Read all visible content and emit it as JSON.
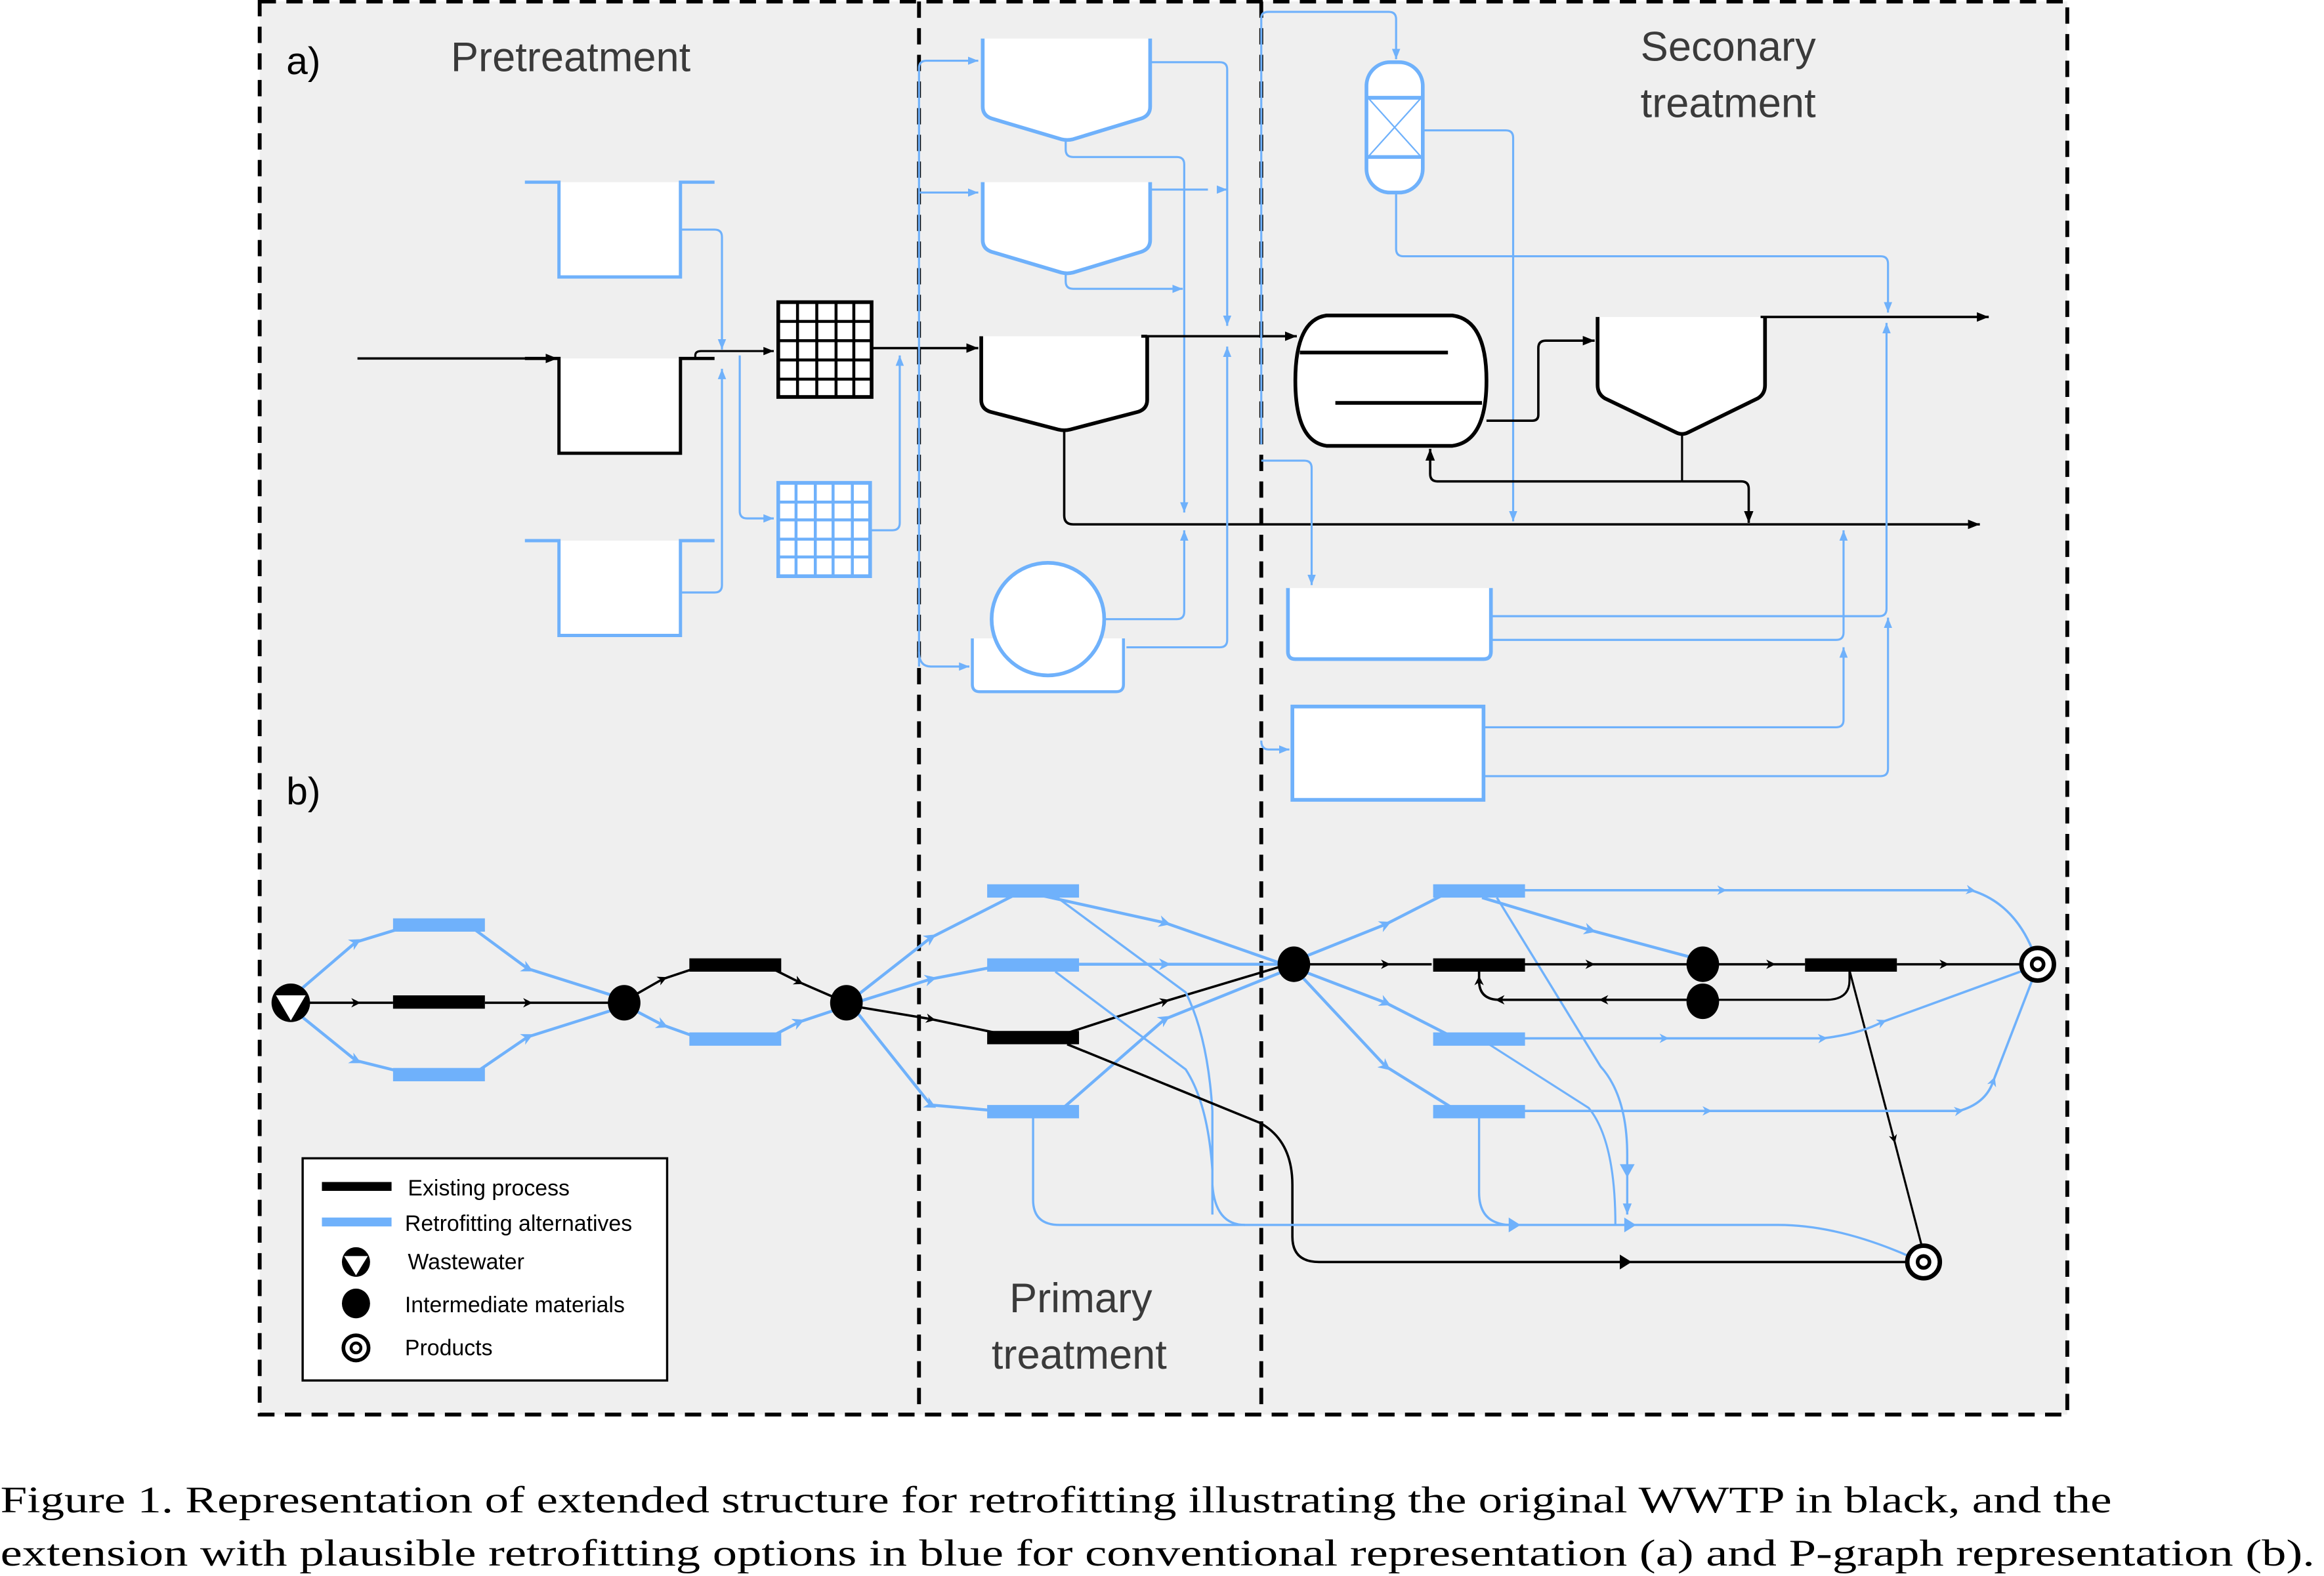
{
  "panel_a": {
    "label": "a)",
    "sections": {
      "pretreatment": "Pretreatment",
      "primary_line1": "Primary",
      "primary_line2": "treatment",
      "secondary_line1": "Seconary",
      "secondary_line2": "treatment"
    }
  },
  "panel_b": {
    "label": "b)"
  },
  "legend": {
    "items": [
      {
        "symbol": "existing-process-bar",
        "label": "Existing process"
      },
      {
        "symbol": "retrofitting-bar",
        "label": "Retrofitting alternatives"
      },
      {
        "symbol": "wastewater-node",
        "label": "Wastewater"
      },
      {
        "symbol": "intermediate-node",
        "label": "Intermediate materials"
      },
      {
        "symbol": "product-node",
        "label": "Products"
      }
    ]
  },
  "colors": {
    "existing": "#000000",
    "retrofit": "#6fb1fb",
    "section_bg": "#efefef"
  },
  "caption": {
    "line1": "Figure 1. Representation of extended structure for retrofitting illustrating the original WWTP in black, and the",
    "line2": "extension with plausible retrofitting  options in blue for conventional representation (a) and P-graph representation (b)."
  }
}
